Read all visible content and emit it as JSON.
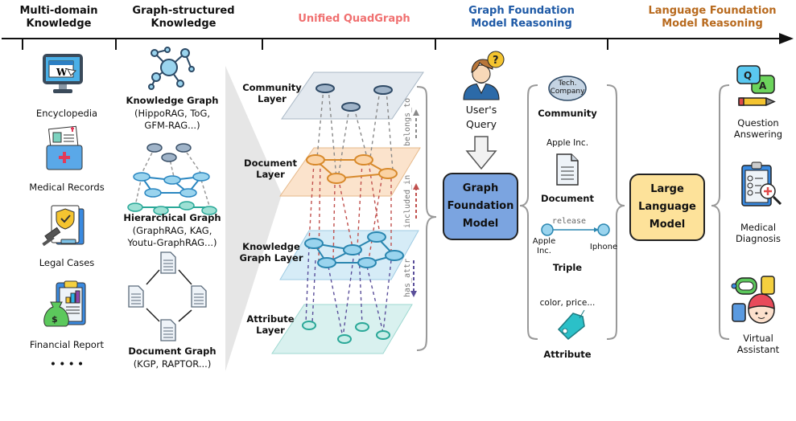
{
  "headers": {
    "multi_domain": [
      "Multi-domain",
      "Knowledge"
    ],
    "graph_structured": [
      "Graph-structured",
      "Knowledge"
    ],
    "unified": "Unified QuadGraph",
    "gfm_reasoning": [
      "Graph Foundation",
      "Model Reasoning"
    ],
    "lfm_reasoning": [
      "Language Foundation",
      "Model Reasoning"
    ]
  },
  "colors": {
    "unified": "#f07070",
    "gfm": "#1f5aa6",
    "lfm": "#b86a1e",
    "gfm_box": "#7ba4e0",
    "llm_box": "#fde29a"
  },
  "domains": [
    {
      "label": "Encyclopedia",
      "icon": "encyclopedia-monitor-icon"
    },
    {
      "label": "Medical Records",
      "icon": "medical-folder-icon"
    },
    {
      "label": "Legal Cases",
      "icon": "legal-document-icon"
    },
    {
      "label": "Financial Report",
      "icon": "financial-report-icon"
    },
    {
      "label": "• • • •",
      "icon": "ellipsis"
    }
  ],
  "graph_types": [
    {
      "title": "Knowledge Graph",
      "examples": [
        "(HippoRAG, ToG,",
        "GFM-RAG...)"
      ]
    },
    {
      "title": "Hierarchical Graph",
      "examples": [
        "(GraphRAG, KAG,",
        "Youtu-GraphRAG...)"
      ]
    },
    {
      "title": "Document Graph",
      "examples": [
        "(KGP, RAPTOR...)"
      ]
    }
  ],
  "layers": [
    {
      "name": [
        "Community",
        "Layer"
      ]
    },
    {
      "name": [
        "Document",
        "Layer"
      ]
    },
    {
      "name": [
        "Knowledge",
        "Graph Layer"
      ]
    },
    {
      "name": [
        "Attribute",
        "Layer"
      ]
    }
  ],
  "relations": [
    "belongs_to",
    "included_in",
    "has_attr"
  ],
  "query": {
    "label": [
      "User's",
      "Query"
    ],
    "bubble": "?"
  },
  "gfm_box": [
    "Graph",
    "Foundation",
    "Model"
  ],
  "gfm_outputs": {
    "community": {
      "bubble": [
        "Tech.",
        "Company"
      ],
      "label": "Community"
    },
    "document": {
      "caption": "Apple Inc.",
      "label": "Document"
    },
    "triple": {
      "relation": "release",
      "head": [
        "Apple",
        "Inc."
      ],
      "tail": "Iphone",
      "label": "Triple"
    },
    "attribute": {
      "caption": "color, price...",
      "label": "Attribute"
    }
  },
  "llm_box": [
    "Large",
    "Language",
    "Model"
  ],
  "applications": [
    {
      "label": [
        "Question",
        "Answering"
      ],
      "icon": "qa-bubbles-icon"
    },
    {
      "label": [
        "Medical",
        "Diagnosis"
      ],
      "icon": "medical-clipboard-icon"
    },
    {
      "label": [
        "Virtual",
        "Assistant"
      ],
      "icon": "virtual-assistant-icon"
    }
  ]
}
